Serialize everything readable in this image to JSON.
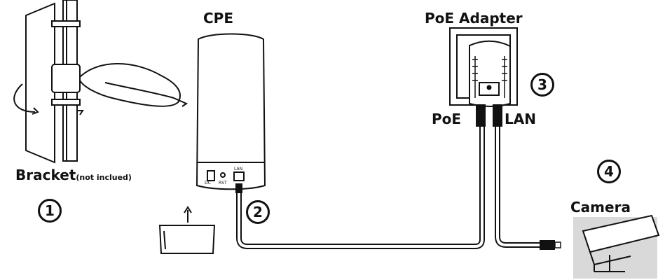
{
  "labels": {
    "cpe": "CPE",
    "poe_adapter": "PoE Adapter",
    "poe": "PoE",
    "lan": "LAN",
    "camera": "Camera",
    "bracket": "Bracket",
    "bracket_note": "(not inclued)"
  },
  "steps": [
    "1",
    "2",
    "3",
    "4"
  ],
  "cpe_ports": {
    "dc": "DC",
    "rst": "RST",
    "lan": "LAN"
  },
  "colors": {
    "line": "#111111",
    "cable_fill": "#ffffff",
    "device_fill": "#ffffff"
  }
}
